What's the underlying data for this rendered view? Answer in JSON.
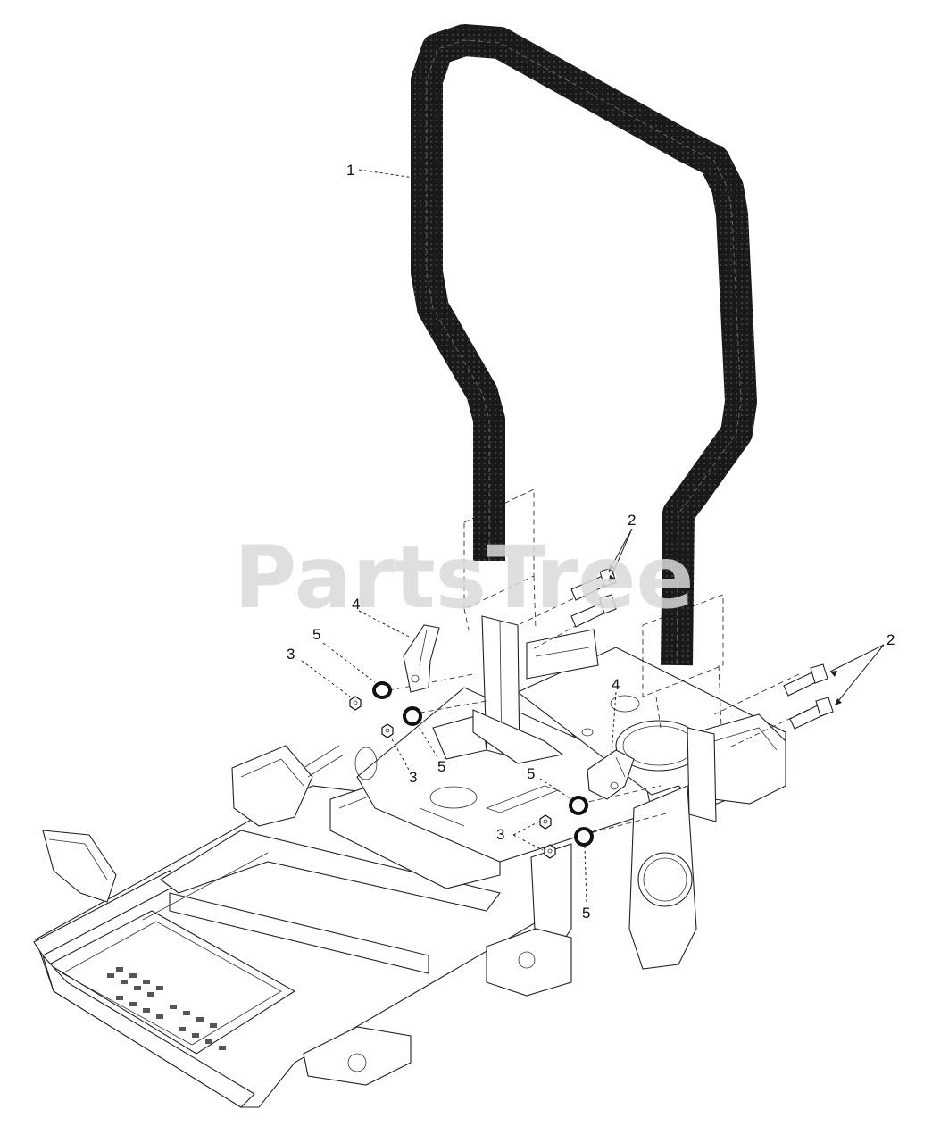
{
  "watermark": "PartsTree",
  "callouts": {
    "c1": "1",
    "c2a": "2",
    "c2b": "2",
    "c3a": "3",
    "c3b": "3",
    "c3c": "3",
    "c4a": "4",
    "c4b": "4",
    "c5a": "5",
    "c5b": "5",
    "c5c": "5",
    "c5d": "5"
  },
  "colors": {
    "roll_bar": "#1a1a1a",
    "line_art": "#222222",
    "watermark": "#d9d9d9"
  }
}
